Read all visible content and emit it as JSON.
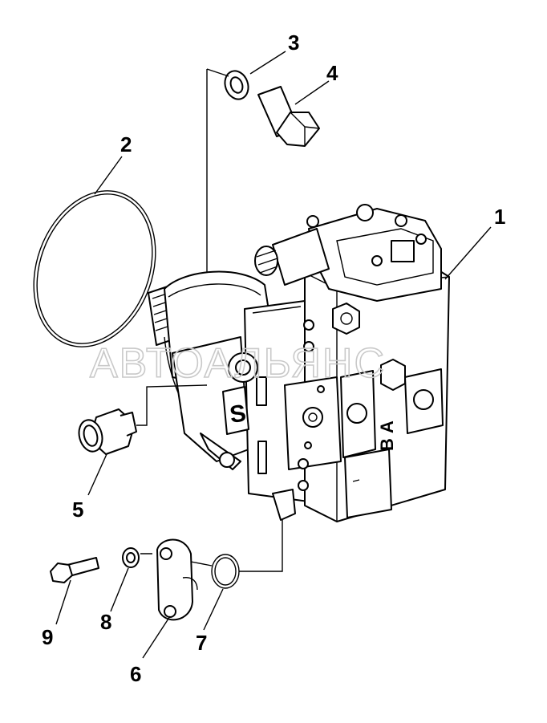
{
  "watermark": "АВТОАЛЬЯНС",
  "callouts": [
    {
      "id": "1",
      "label": "1"
    },
    {
      "id": "2",
      "label": "2"
    },
    {
      "id": "3",
      "label": "3"
    },
    {
      "id": "4",
      "label": "4"
    },
    {
      "id": "5",
      "label": "5"
    },
    {
      "id": "6",
      "label": "6"
    },
    {
      "id": "7",
      "label": "7"
    },
    {
      "id": "8",
      "label": "8"
    },
    {
      "id": "9",
      "label": "9"
    }
  ],
  "part_markings": {
    "port_a": "A",
    "port_b": "B",
    "logo": "S"
  },
  "colors": {
    "ink": "#000000",
    "paper": "#ffffff",
    "watermark": "#c9c9c9"
  }
}
